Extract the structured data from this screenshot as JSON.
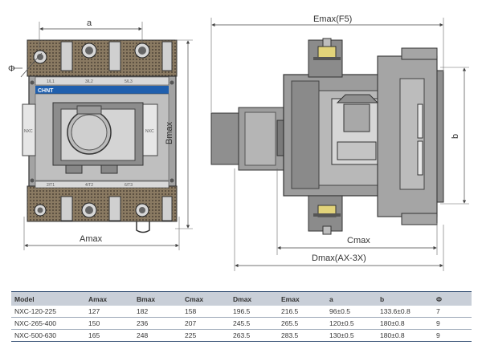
{
  "dimensions": {
    "a": "a",
    "phi": "Φ",
    "bmax": "Bmax",
    "amax": "Amax",
    "emax": "Emax(F5)",
    "b": "b",
    "cmax": "Cmax",
    "dmax": "Dmax(AX-3X)"
  },
  "front_view": {
    "brand": "CHNT",
    "top_terminals": [
      "1/L1",
      "3/L2",
      "5/L3"
    ],
    "bottom_terminals": [
      "2/T1",
      "4/T2",
      "6/T3"
    ],
    "side_label": "NXC",
    "colors": {
      "brand": "#1f5fae",
      "body": "#a3a3a3",
      "terminal_plate": "#7a6a55"
    }
  },
  "table": {
    "headers": [
      "Model",
      "Amax",
      "Bmax",
      "Cmax",
      "Dmax",
      "Emax",
      "a",
      "b",
      "Φ"
    ],
    "rows": [
      [
        "NXC-120-225",
        "127",
        "182",
        "158",
        "196.5",
        "216.5",
        "96±0.5",
        "133.6±0.8",
        "7"
      ],
      [
        "NXC-265-400",
        "150",
        "236",
        "207",
        "245.5",
        "265.5",
        "120±0.5",
        "180±0.8",
        "9"
      ],
      [
        "NXC-500-630",
        "165",
        "248",
        "225",
        "263.5",
        "283.5",
        "130±0.5",
        "180±0.8",
        "9"
      ]
    ],
    "colors": {
      "header_bg": "#c9cfd8",
      "rule": "#2d4a6f"
    }
  }
}
